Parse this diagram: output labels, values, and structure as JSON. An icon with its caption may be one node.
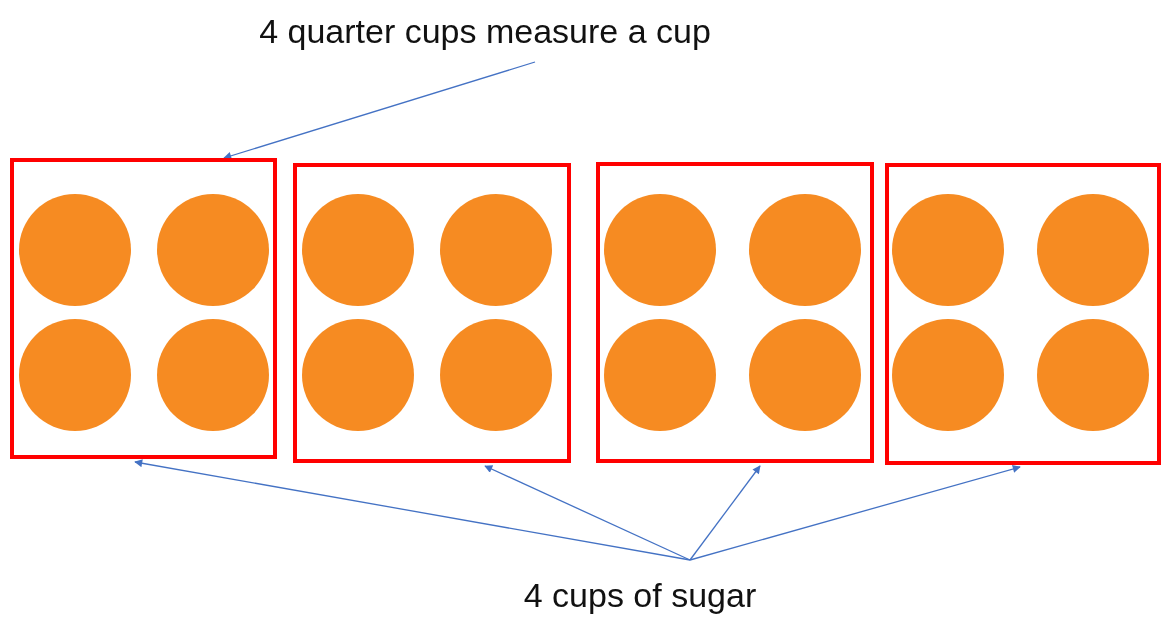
{
  "diagram": {
    "nodes": [
      {
        "text": [
          "4 quarter cups measure a cup"
        ]
      },
      {
        "text": [],
        "shape": "box"
      },
      {
        "text": [],
        "shape": "circle",
        "in": 1
      },
      {
        "text": [],
        "shape": "circle",
        "in": 1
      },
      {
        "text": [],
        "shape": "circle",
        "in": 1
      },
      {
        "text": [],
        "shape": "circle",
        "in": 1
      },
      {
        "text": [],
        "shape": "box"
      },
      {
        "text": [],
        "shape": "circle",
        "in": 6
      },
      {
        "text": [],
        "shape": "circle",
        "in": 6
      },
      {
        "text": [],
        "shape": "circle",
        "in": 6
      },
      {
        "text": [],
        "shape": "circle",
        "in": 6
      },
      {
        "text": [],
        "shape": "box"
      },
      {
        "text": [],
        "shape": "circle",
        "in": 11
      },
      {
        "text": [],
        "shape": "circle",
        "in": 11
      },
      {
        "text": [],
        "shape": "circle",
        "in": 11
      },
      {
        "text": [],
        "shape": "circle",
        "in": 11
      },
      {
        "text": [],
        "shape": "box"
      },
      {
        "text": [],
        "shape": "circle",
        "in": 16
      },
      {
        "text": [],
        "shape": "circle",
        "in": 16
      },
      {
        "text": [],
        "shape": "circle",
        "in": 16
      },
      {
        "text": [],
        "shape": "circle",
        "in": 16
      },
      {
        "text": [
          "4 cups of sugar"
        ]
      }
    ],
    "edges": [
      {
        "from": 0,
        "to": 1,
        "arrow": "to"
      },
      {
        "from": 21,
        "to": 1,
        "arrow": "to"
      },
      {
        "from": 21,
        "to": 6,
        "arrow": "to"
      },
      {
        "from": 21,
        "to": 11,
        "arrow": "to"
      },
      {
        "from": 21,
        "to": 16,
        "arrow": "to"
      }
    ]
  }
}
